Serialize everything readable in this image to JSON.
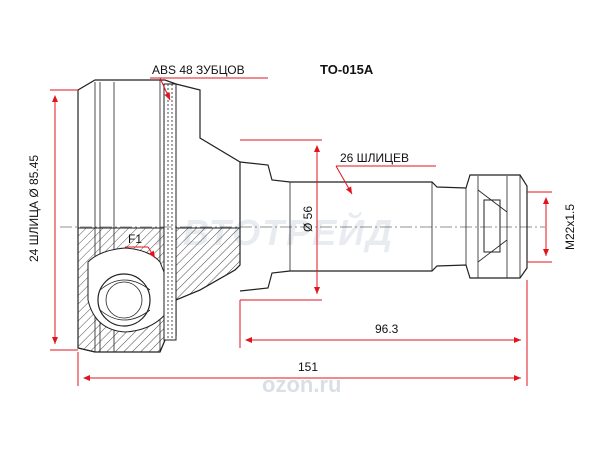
{
  "part_number": "TO-015A",
  "labels": {
    "abs": "ABS 48 ЗУБЦОВ",
    "outer_splines": "26 ШЛИЦЕВ",
    "inner_splines_diameter": "24 ШЛИЦА  Ø 85.45",
    "thread": "M22x1.5",
    "diameter": "Ø 56",
    "f1": "F1",
    "length_outer": "96.3",
    "length_total": "151"
  },
  "watermark": {
    "main": "АВТОТРЕЙД",
    "site": "ozon.ru"
  },
  "colors": {
    "dimension": "#e0141e",
    "outline": "#222222",
    "watermark": "#d6dbe3"
  }
}
